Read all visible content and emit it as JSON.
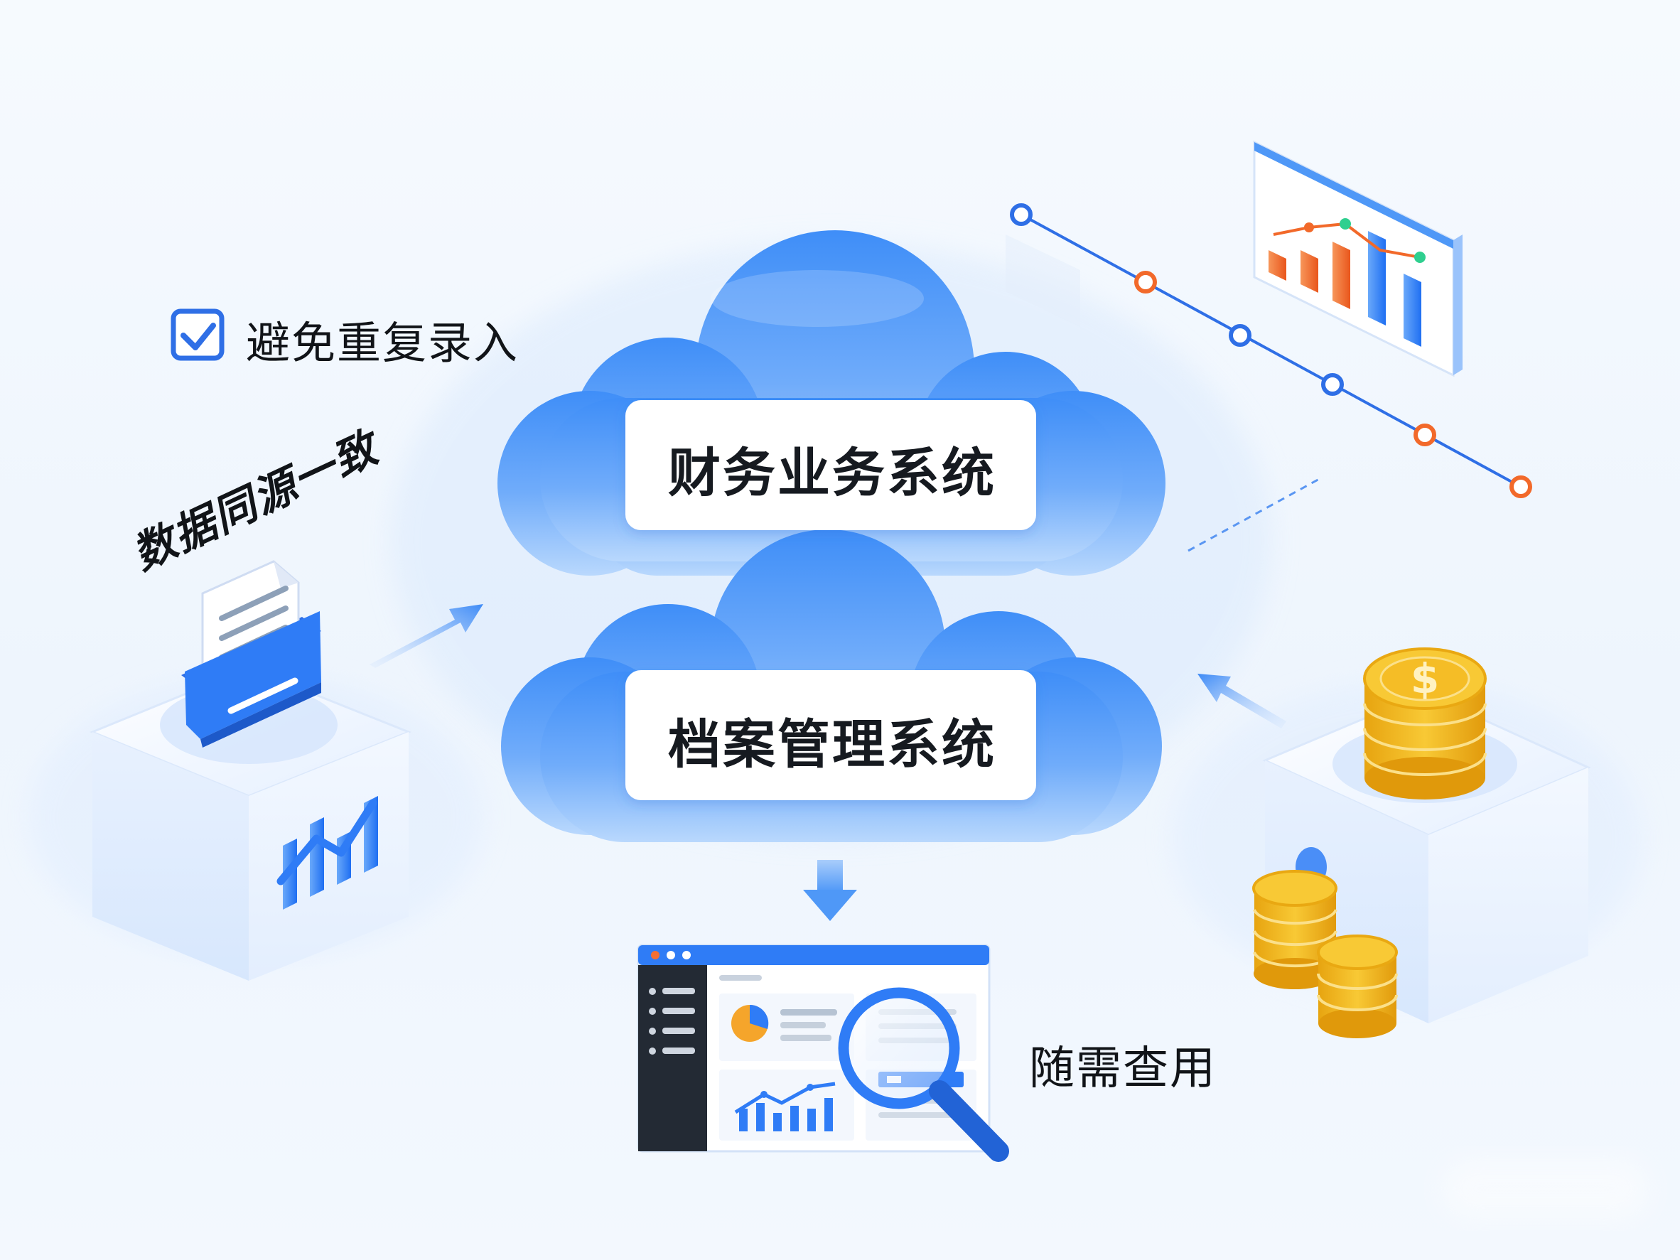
{
  "systems": {
    "finance": "财务业务系统",
    "archive": "档案管理系统"
  },
  "features": {
    "avoid_duplicate_entry": "避免重复录入",
    "same_source_data": "数据同源一致",
    "query_on_demand": "随需查用"
  },
  "icons": {
    "checkbox": "checkbox-checked-icon",
    "folder": "document-folder-icon",
    "growth_chart": "growth-bar-chart-icon",
    "coins": "dollar-coin-stack-icon",
    "dashboard": "dashboard-window-icon",
    "magnifier": "magnifier-icon"
  },
  "colors": {
    "primary_blue": "#2f7cf6",
    "cloud_light": "#9cc7fb",
    "orange": "#f2692a",
    "gold": "#f5bd26",
    "green": "#2fcf8f"
  }
}
